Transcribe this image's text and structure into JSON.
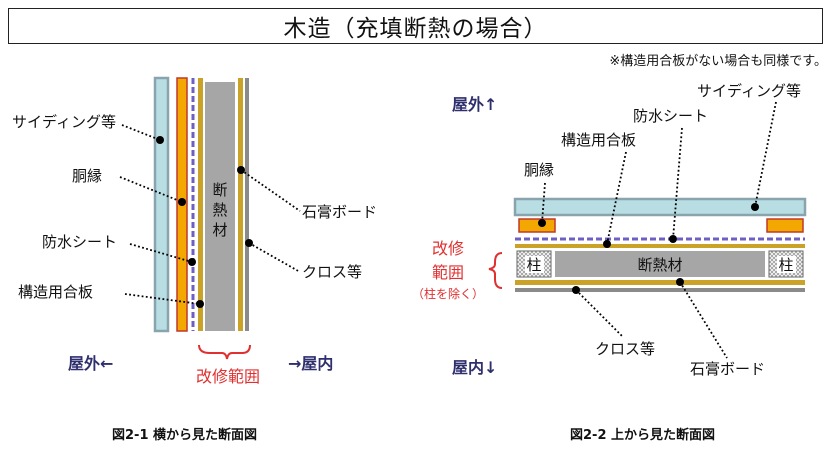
{
  "title": "木造（充填断熱の場合）",
  "note": "※構造用合板がない場合も同様です。",
  "fig1": {
    "labels": {
      "siding": "サイディング等",
      "furring": "胴縁",
      "waterproof": "防水シート",
      "plywood": "構造用合板",
      "gypsum": "石膏ボード",
      "cloth": "クロス等",
      "insulation": [
        "断",
        "熱",
        "材"
      ],
      "outside": "屋外←",
      "inside": "→屋内",
      "range": "改修範囲"
    },
    "caption": "図2-1 横から見た断面図"
  },
  "fig2": {
    "labels": {
      "outside": "屋外↑",
      "inside": "屋内↓",
      "siding": "サイディング等",
      "waterproof": "防水シート",
      "plywood": "構造用合板",
      "furring": "胴縁",
      "range_line1": "改修",
      "range_line2": "範囲",
      "range_note": "（柱を除く）",
      "pillar": "柱",
      "insulation": "断熱材",
      "cloth": "クロス等",
      "gypsum": "石膏ボード"
    },
    "caption": "図2-2 上から見た断面図"
  },
  "colors": {
    "siding_fill": "#b8dde3",
    "siding_stroke": "#8aa4ad",
    "furring_fill": "#f2a800",
    "furring_stroke": "#c0392b",
    "board": "#c9a227",
    "insulation": "#a6a6a6",
    "waterproof": "#6e5fc4",
    "range": "#e03030",
    "heading": "#2f2f6e"
  }
}
